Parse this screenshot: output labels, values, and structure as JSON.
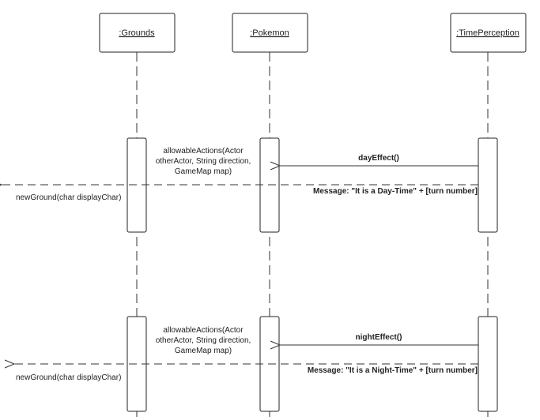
{
  "actors": [
    {
      "name": ":Grounds"
    },
    {
      "name": ":Pokemon"
    },
    {
      "name": ":TimePerception"
    }
  ],
  "blocks": [
    {
      "trigger": "dayEffect()",
      "allowable": [
        "allowableActions(Actor",
        "otherActor, String direction,",
        "GameMap map)"
      ],
      "message": "Message: \"It is a Day-Time\" + [turn number]",
      "new_ground": "newGround(char displayChar)"
    },
    {
      "trigger": "nightEffect()",
      "allowable": [
        "allowableActions(Actor",
        "otherActor, String direction,",
        "GameMap map)"
      ],
      "message": "Message: \"It is a Night-Time\" + [turn number]",
      "new_ground": "newGround(char displayChar)"
    }
  ]
}
